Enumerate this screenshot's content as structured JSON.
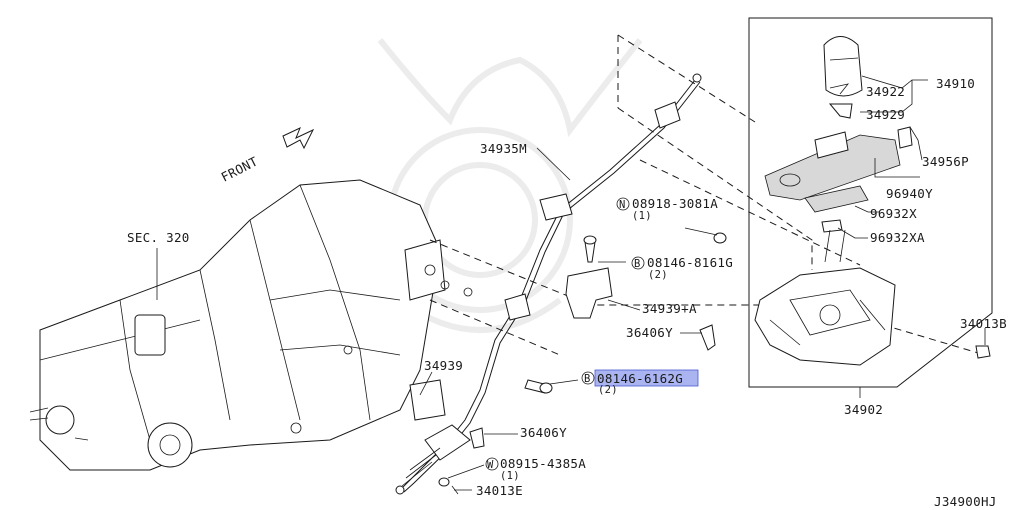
{
  "diagram_code": "J34900HJ",
  "front_label": "FRONT",
  "section_ref": "SEC. 320",
  "highlight_color": "#aab4f0",
  "parts": {
    "p34910": "34910",
    "p34922": "34922",
    "p34929": "34929",
    "p34956P": "34956P",
    "p96940Y": "96940Y",
    "p96932X": "96932X",
    "p96932XA": "96932XA",
    "p34935M": "34935M",
    "p08918": "08918-3081A",
    "p08918_qty": "(1)",
    "p08918_prefix": "N",
    "p08146_8161G": "08146-8161G",
    "p08146_8161G_qty": "(2)",
    "p08146_8161G_prefix": "B",
    "p34939A": "34939+A",
    "p36406Y_upper": "36406Y",
    "p34013B": "34013B",
    "p34939": "34939",
    "p08146_6162G": "08146-6162G",
    "p08146_6162G_qty": "(2)",
    "p08146_6162G_prefix": "B",
    "p34902": "34902",
    "p36406Y_lower": "36406Y",
    "p08915": "08915-4385A",
    "p08915_qty": "(1)",
    "p08915_prefix": "W",
    "p34013E": "34013E"
  }
}
